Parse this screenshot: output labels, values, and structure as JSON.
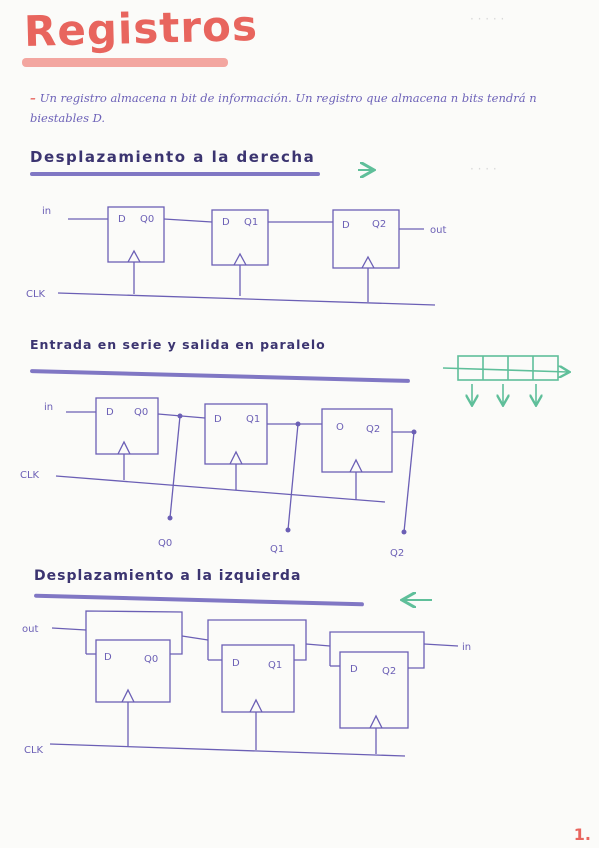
{
  "title": "Registros",
  "intro": "Un registro almacena n bit de información. Un registro que almacena n bits tendrá n biestables D.",
  "sections": {
    "right_shift": "Desplazamiento a la derecha",
    "serial_parallel": "Entrada en serie y salida en paralelo",
    "left_shift": "Desplazamiento a la izquierda"
  },
  "labels": {
    "in": "in",
    "out": "out",
    "clk": "CLK",
    "d": "D",
    "d_alt": "O",
    "q0": "Q0",
    "q1": "Q1",
    "q2": "Q2"
  },
  "page_number": "1.",
  "colors": {
    "title": "#e8655e",
    "ink": "#6b5fb5",
    "heading": "#3b3470",
    "underline": "#8077c4",
    "accent": "#5fbf9a"
  }
}
